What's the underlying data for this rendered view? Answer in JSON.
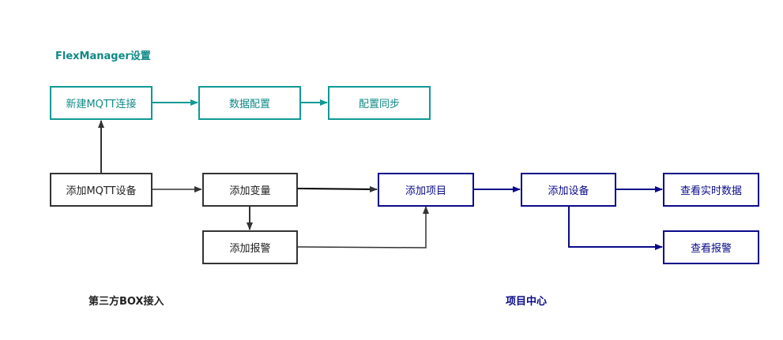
{
  "groups": {
    "flexmanager": "FlexManager设置",
    "third_party": "第三方BOX接入",
    "project_center": "项目中心"
  },
  "nodes": {
    "new_mqtt": "新建MQTT连接",
    "data_config": "数据配置",
    "config_sync": "配置同步",
    "add_mqtt_device": "添加MQTT设备",
    "add_variable": "添加变量",
    "add_alarm": "添加报警",
    "add_project": "添加项目",
    "add_device": "添加设备",
    "view_realtime": "查看实时数据",
    "view_alarm": "查看报警"
  },
  "colors": {
    "teal": "#0f9a94",
    "dark": "#333333",
    "navy": "#0a0a8a"
  }
}
